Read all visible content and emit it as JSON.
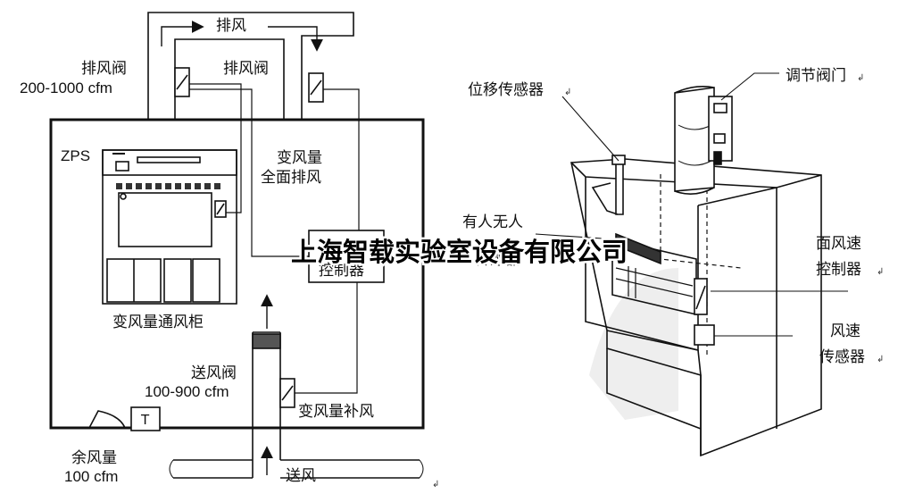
{
  "left_diagram": {
    "exhaust": "排风",
    "exhaust_valve_1": "排风阀",
    "exhaust_valve_1_range": "200-1000 cfm",
    "exhaust_valve_2": "排风阀",
    "zps": "ZPS",
    "variable_exhaust_line1": "变风量",
    "variable_exhaust_line2": "全面排风",
    "controller": "控制器",
    "fume_hood": "变风量通风柜",
    "supply_valve": "送风阀",
    "supply_valve_range": "100-900 cfm",
    "variable_makeup": "变风量补风",
    "residual_air": "余风量",
    "residual_air_value": "100 cfm",
    "thermostat": "T",
    "supply_air": "送风"
  },
  "right_diagram": {
    "displacement_sensor": "位移传感器",
    "adjust_damper": "调节阀门",
    "occupancy_sensor_line1": "有人无人",
    "occupancy_sensor_line2": "传感器",
    "face_velocity_controller_line1": "面风速",
    "face_velocity_controller_line2": "控制器",
    "airflow_sensor_line1": "风速",
    "airflow_sensor_line2": "传感器"
  },
  "watermark": "上海智载实验室设备有限公司"
}
